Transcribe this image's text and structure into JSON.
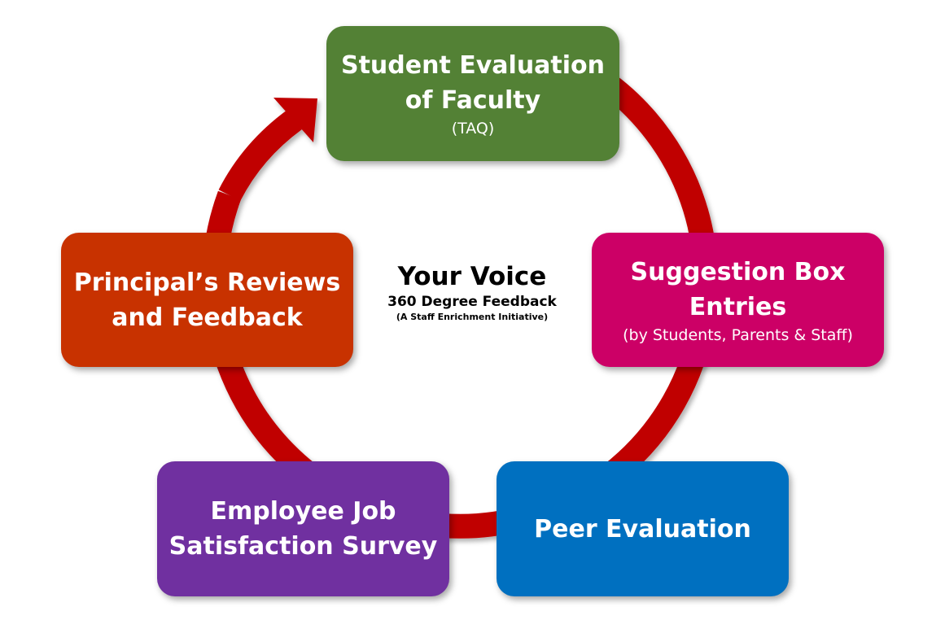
{
  "center": {
    "title": "Your Voice",
    "subtitle": "360 Degree Feedback",
    "note": "(A Staff Enrichment Initiative)"
  },
  "nodes": {
    "student": {
      "line1": "Student Evaluation",
      "line2": "of Faculty",
      "sub": "(TAQ)",
      "color": "#538135"
    },
    "suggestion": {
      "line1": "Suggestion Box",
      "line2": "Entries",
      "sub": "(by Students, Parents & Staff)",
      "color": "#cc0066"
    },
    "peer": {
      "line1": "Peer Evaluation",
      "color": "#0070c0"
    },
    "employee": {
      "line1": "Employee Job",
      "line2": "Satisfaction Survey",
      "color": "#7030a0"
    },
    "principal": {
      "line1": "Principal’s Reviews",
      "line2": "and Feedback",
      "color": "#c83200"
    }
  },
  "cycle_color": "#c00000"
}
